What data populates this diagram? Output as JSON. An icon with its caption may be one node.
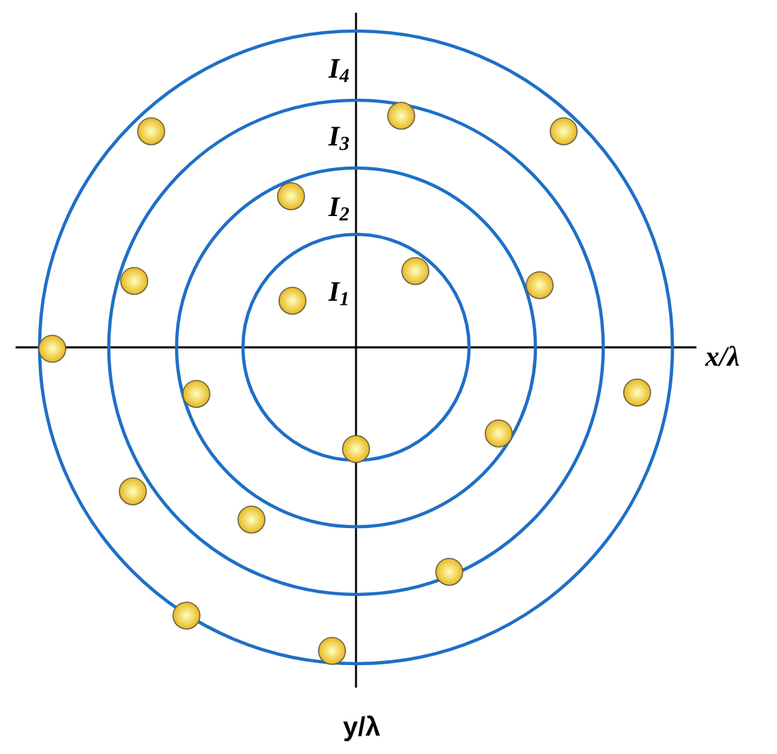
{
  "diagram": {
    "labels": [
      "I$_{4}$",
      "I$_{3}$",
      "I$_{2}$",
      "I$_{1}$",
      "x/λ",
      "y/λ"
    ]
  }
}
